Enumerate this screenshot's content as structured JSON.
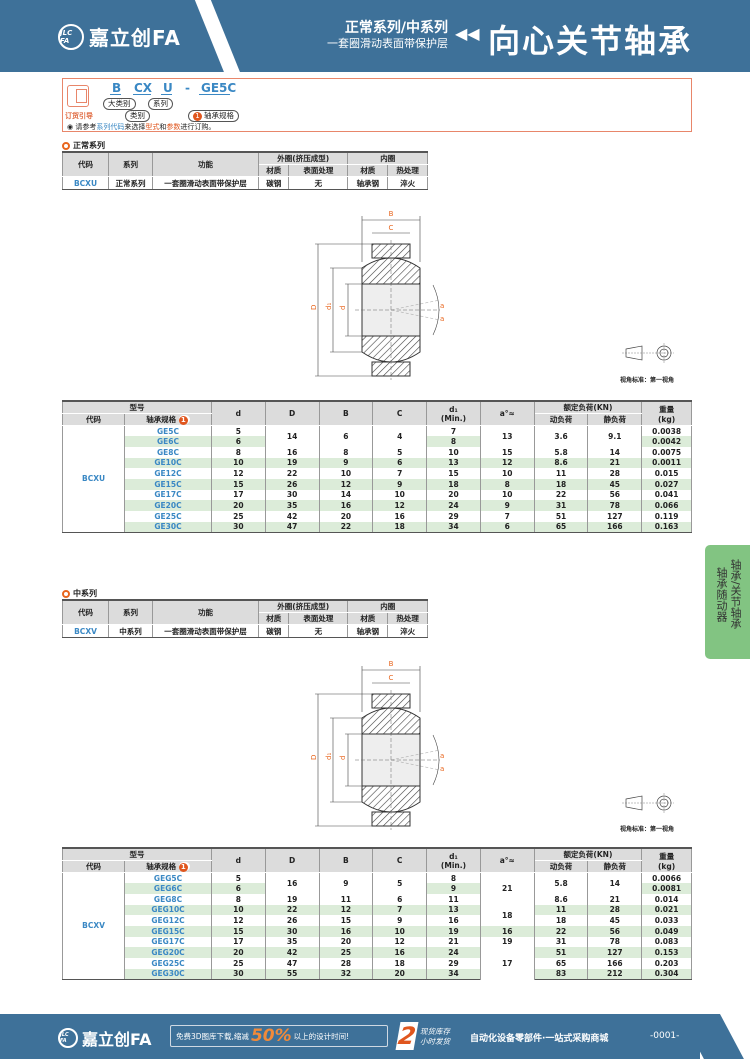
{
  "header": {
    "brand_mark": "JLC FA",
    "brand_name": "嘉立创FA",
    "subtitle_line1": "正常系列/中系列",
    "subtitle_line2": "一套圈滑动表面带保护层",
    "arrow": "◀◀",
    "title": "向心关节轴承"
  },
  "order_guide": {
    "label": "订货引导",
    "codes": [
      "B",
      "CX",
      "U",
      "-",
      "GE5C"
    ],
    "pill_major": "大类别",
    "pill_category": "类别",
    "pill_series": "系列",
    "pill_spec_num": "1",
    "pill_spec": "轴承规格",
    "note_prefix": "◉ 请参考",
    "note_link1": "系列代码",
    "note_mid1": "来选择",
    "note_link2": "型式",
    "note_mid2": "和",
    "note_link3": "参数",
    "note_suffix": "进行订购。"
  },
  "section_normal": {
    "title": "正常系列",
    "info_table": {
      "headers": {
        "code": "代码",
        "series": "系列",
        "function": "功能",
        "outer": "外圈(挤压成型)",
        "inner": "内圈",
        "outer_material": "材质",
        "outer_surface": "表面处理",
        "inner_material": "材质",
        "inner_heat": "热处理"
      },
      "row": {
        "code": "BCXU",
        "series": "正常系列",
        "function": "一套圈滑动表面带保护层",
        "outer_material": "碳钢",
        "outer_surface": "无",
        "inner_material": "轴承钢",
        "inner_heat": "淬火"
      }
    },
    "drawing_labels": {
      "B": "B",
      "C": "C",
      "D": "D",
      "d1": "d₁",
      "d": "d",
      "a": "a"
    },
    "view_standard": "视角标准：第一视角",
    "spec_table": {
      "headers": {
        "model": "型号",
        "code": "代码",
        "spec": "轴承规格",
        "spec_num": "1",
        "d": "d",
        "D": "D",
        "B": "B",
        "C": "C",
        "d1": "d₁",
        "d1_sub": "(Min.)",
        "a": "a°≈",
        "load": "额定负荷(KN)",
        "dynamic": "动负荷",
        "static": "静负荷",
        "weight": "重量",
        "weight_unit": "(kg)"
      },
      "code": "BCXU",
      "rows": [
        {
          "spec": "GE5C",
          "d": "5",
          "D": "14",
          "B": "6",
          "C": "4",
          "d1": "7",
          "a": "13",
          "dyn": "3.6",
          "stat": "9.1",
          "w": "0.0038"
        },
        {
          "spec": "GE6C",
          "d": "6",
          "d1": "8",
          "w": "0.0042"
        },
        {
          "spec": "GE8C",
          "d": "8",
          "D": "16",
          "B": "8",
          "C": "5",
          "d1": "10",
          "a": "15",
          "dyn": "5.8",
          "stat": "14",
          "w": "0.0075"
        },
        {
          "spec": "GE10C",
          "d": "10",
          "D": "19",
          "B": "9",
          "C": "6",
          "d1": "13",
          "a": "12",
          "dyn": "8.6",
          "stat": "21",
          "w": "0.0011"
        },
        {
          "spec": "GE12C",
          "d": "12",
          "D": "22",
          "B": "10",
          "C": "7",
          "d1": "15",
          "a": "10",
          "dyn": "11",
          "stat": "28",
          "w": "0.015"
        },
        {
          "spec": "GE15C",
          "d": "15",
          "D": "26",
          "B": "12",
          "C": "9",
          "d1": "18",
          "a": "8",
          "dyn": "18",
          "stat": "45",
          "w": "0.027"
        },
        {
          "spec": "GE17C",
          "d": "17",
          "D": "30",
          "B": "14",
          "C": "10",
          "d1": "20",
          "a": "10",
          "dyn": "22",
          "stat": "56",
          "w": "0.041"
        },
        {
          "spec": "GE20C",
          "d": "20",
          "D": "35",
          "B": "16",
          "C": "12",
          "d1": "24",
          "a": "9",
          "dyn": "31",
          "stat": "78",
          "w": "0.066"
        },
        {
          "spec": "GE25C",
          "d": "25",
          "D": "42",
          "B": "20",
          "C": "16",
          "d1": "29",
          "a": "7",
          "dyn": "51",
          "stat": "127",
          "w": "0.119"
        },
        {
          "spec": "GE30C",
          "d": "30",
          "D": "47",
          "B": "22",
          "C": "18",
          "d1": "34",
          "a": "6",
          "dyn": "65",
          "stat": "166",
          "w": "0.163"
        }
      ]
    }
  },
  "section_medium": {
    "title": "中系列",
    "info_table": {
      "headers": {
        "code": "代码",
        "series": "系列",
        "function": "功能",
        "outer": "外圈(挤压成型)",
        "inner": "内圈",
        "outer_material": "材质",
        "outer_surface": "表面处理",
        "inner_material": "材质",
        "inner_heat": "热处理"
      },
      "row": {
        "code": "BCXV",
        "series": "中系列",
        "function": "一套圈滑动表面带保护层",
        "outer_material": "碳钢",
        "outer_surface": "无",
        "inner_material": "轴承钢",
        "inner_heat": "淬火"
      }
    },
    "drawing_labels": {
      "B": "B",
      "C": "C",
      "D": "D",
      "d1": "d₁",
      "d": "d",
      "a": "a"
    },
    "view_standard": "视角标准：第一视角",
    "spec_table": {
      "headers": {
        "model": "型号",
        "code": "代码",
        "spec": "轴承规格",
        "spec_num": "1",
        "d": "d",
        "D": "D",
        "B": "B",
        "C": "C",
        "d1": "d₁",
        "d1_sub": "(Min.)",
        "a": "a°≈",
        "load": "额定负荷(KN)",
        "dynamic": "动负荷",
        "static": "静负荷",
        "weight": "重量",
        "weight_unit": "(kg)"
      },
      "code": "BCXV",
      "rows": [
        {
          "spec": "GEG5C",
          "d": "5",
          "D": "16",
          "B": "9",
          "C": "5",
          "d1": "8",
          "a": "21",
          "dyn": "5.8",
          "stat": "14",
          "w": "0.0066"
        },
        {
          "spec": "GEG6C",
          "d": "6",
          "d1": "9",
          "w": "0.0081"
        },
        {
          "spec": "GEG8C",
          "d": "8",
          "D": "19",
          "B": "11",
          "C": "6",
          "d1": "11",
          "dyn": "8.6",
          "stat": "21",
          "w": "0.014"
        },
        {
          "spec": "GEG10C",
          "d": "10",
          "D": "22",
          "B": "12",
          "C": "7",
          "d1": "13",
          "a": "18",
          "dyn": "11",
          "stat": "28",
          "w": "0.021"
        },
        {
          "spec": "GEG12C",
          "d": "12",
          "D": "26",
          "B": "15",
          "C": "9",
          "d1": "16",
          "dyn": "18",
          "stat": "45",
          "w": "0.033"
        },
        {
          "spec": "GEG15C",
          "d": "15",
          "D": "30",
          "B": "16",
          "C": "10",
          "d1": "19",
          "a": "16",
          "dyn": "22",
          "stat": "56",
          "w": "0.049"
        },
        {
          "spec": "GEG17C",
          "d": "17",
          "D": "35",
          "B": "20",
          "C": "12",
          "d1": "21",
          "a": "19",
          "dyn": "31",
          "stat": "78",
          "w": "0.083"
        },
        {
          "spec": "GEG20C",
          "d": "20",
          "D": "42",
          "B": "25",
          "C": "16",
          "d1": "24",
          "a": "17",
          "dyn": "51",
          "stat": "127",
          "w": "0.153"
        },
        {
          "spec": "GEG25C",
          "d": "25",
          "D": "47",
          "B": "28",
          "C": "18",
          "d1": "29",
          "dyn": "65",
          "stat": "166",
          "w": "0.203"
        },
        {
          "spec": "GEG30C",
          "d": "30",
          "D": "55",
          "B": "32",
          "C": "20",
          "d1": "34",
          "dyn": "83",
          "stat": "212",
          "w": "0.304"
        }
      ]
    }
  },
  "side_tab": {
    "col1": "轴承/关节轴承",
    "col2": "轴承随动器"
  },
  "footer": {
    "brand_mark": "JLC FA",
    "brand_name": "嘉立创FA",
    "promo_prefix": "免费3D图库下载,缩减",
    "promo_pct": "50%",
    "promo_suffix": "以上的设计时间!",
    "badge_num": "2",
    "badge_line1": "现货库存",
    "badge_line2": "小时发货",
    "slogan": "自动化设备零部件·一站式采购商城",
    "page": "-0001-"
  },
  "colors": {
    "header_bg": "#3e7199",
    "accent_orange": "#e8661e",
    "link_blue": "#3a88c4",
    "row_green": "#dcecd9",
    "side_tab": "#82c482"
  }
}
